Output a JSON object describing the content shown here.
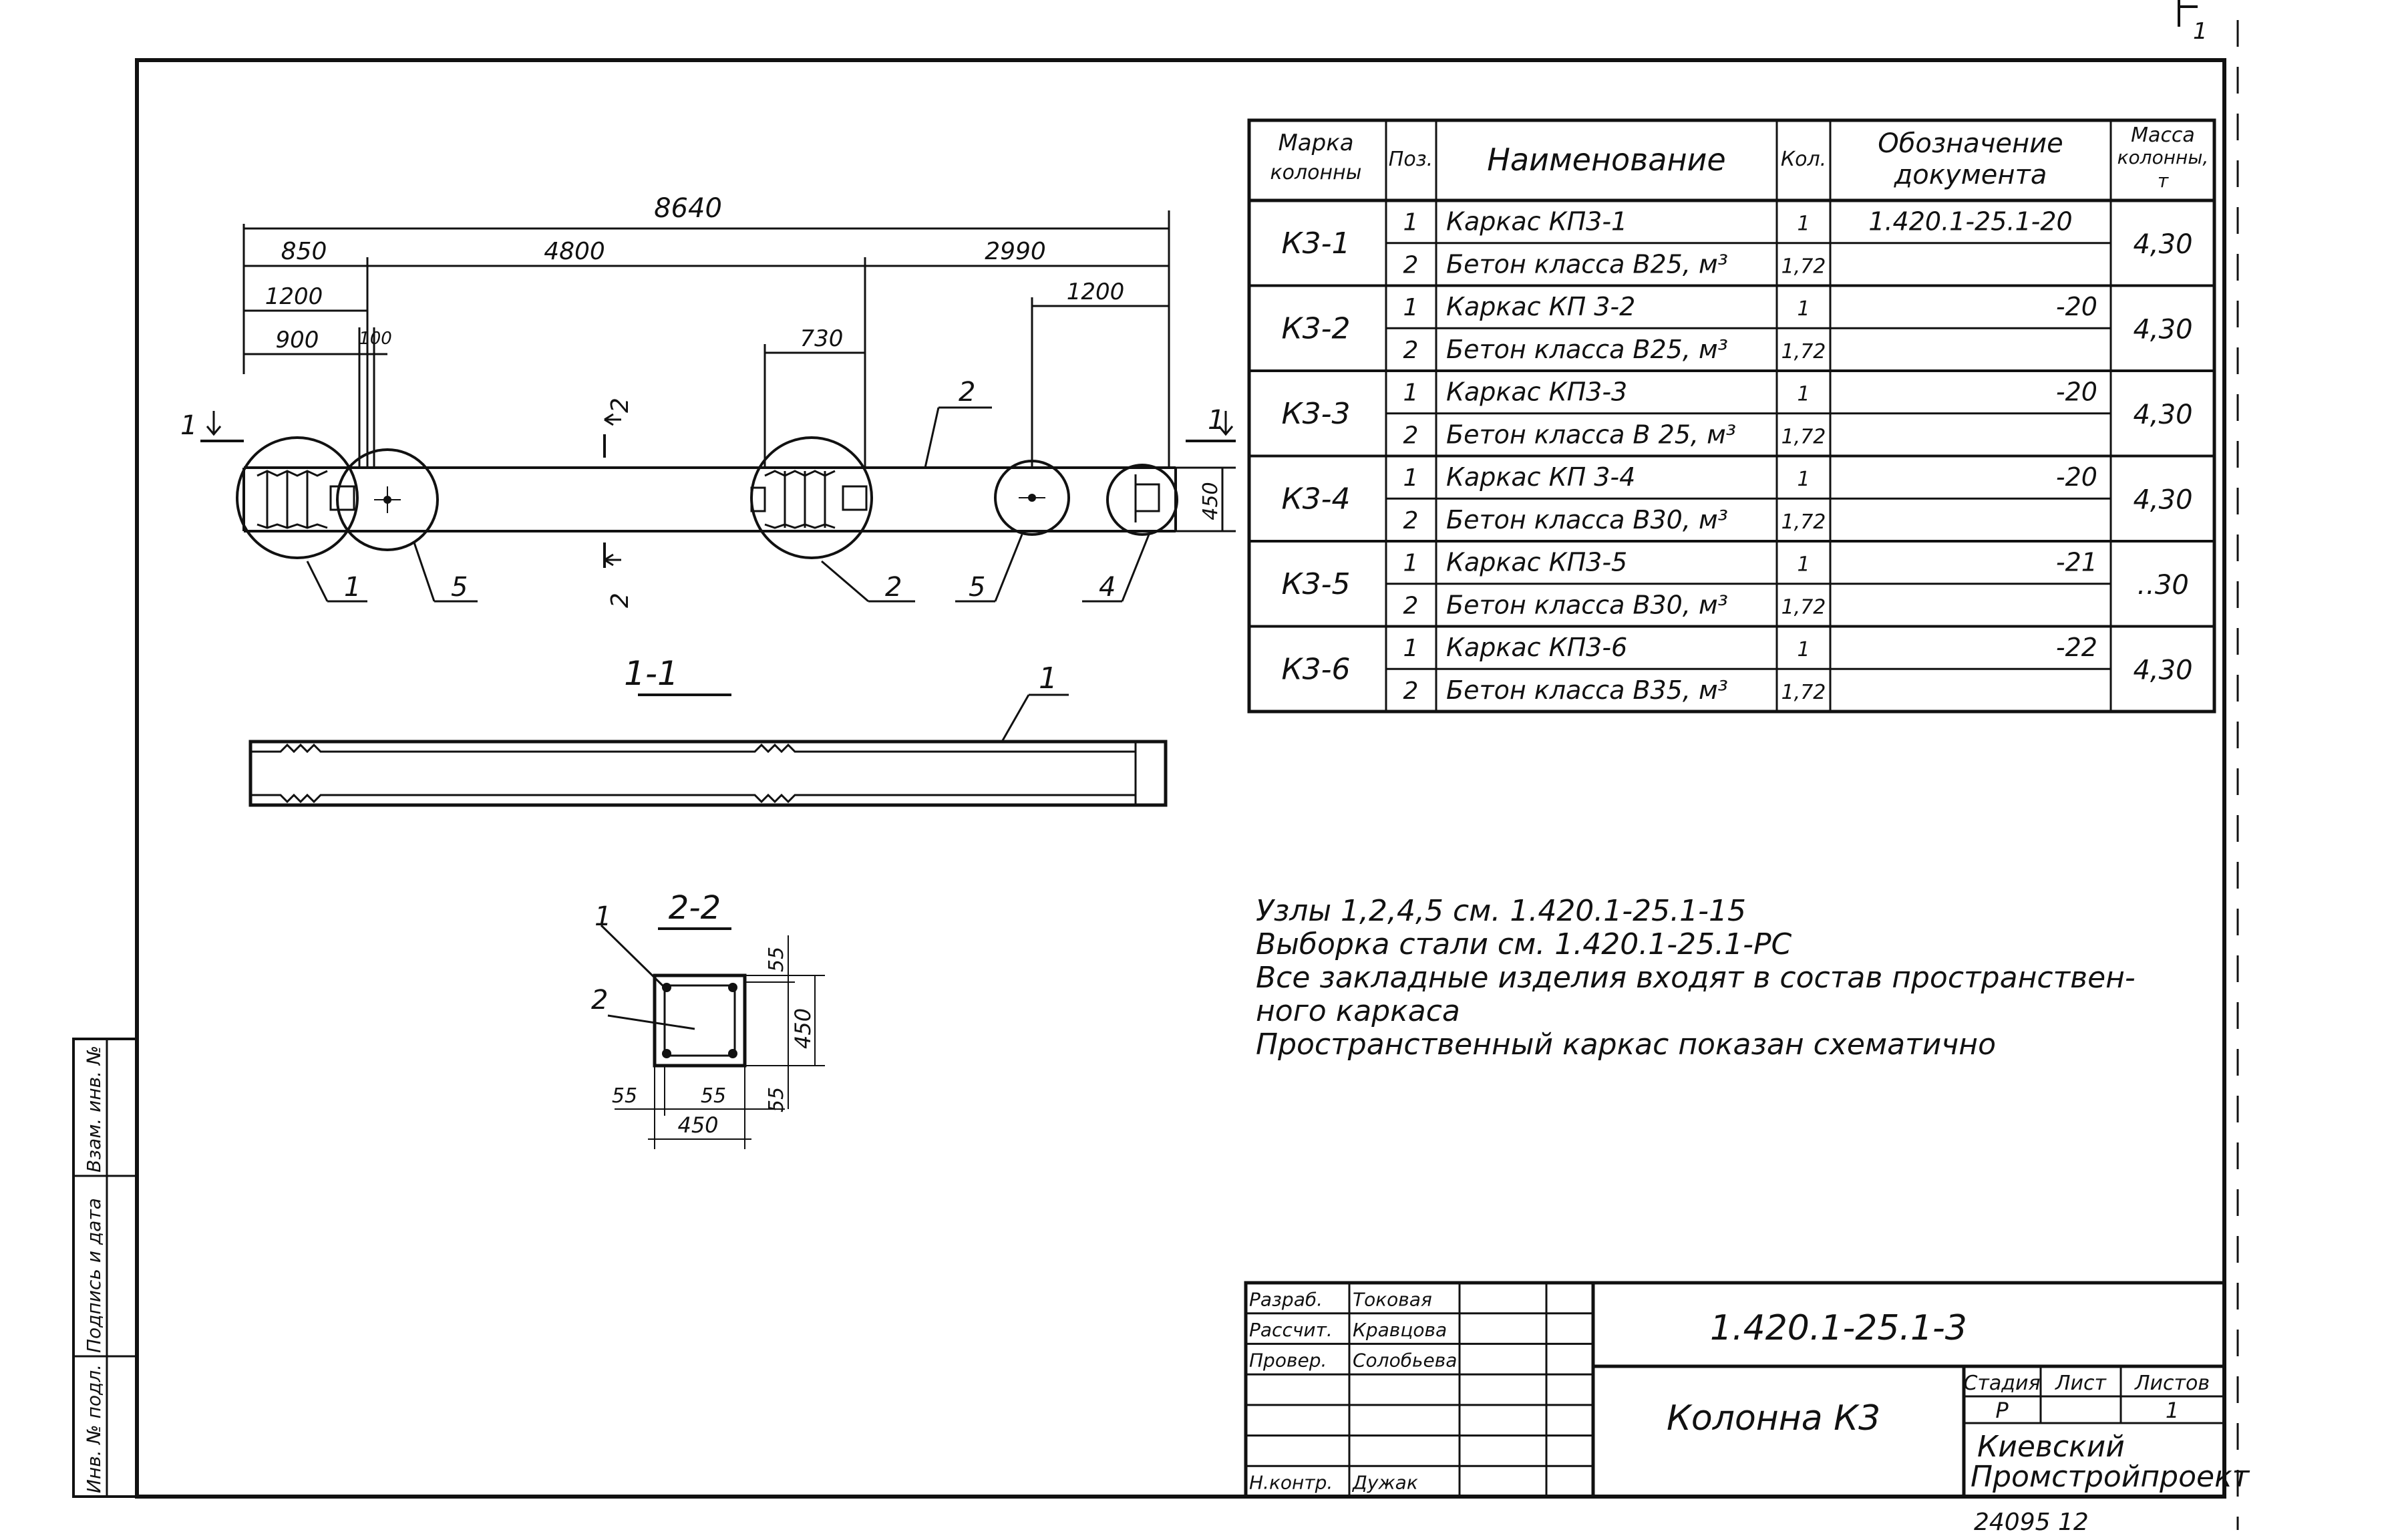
{
  "corner_mark": "1",
  "dims": {
    "overall": "8640",
    "seg_a": "850",
    "seg_b": "4800",
    "seg_c": "2990",
    "d1200_left": "1200",
    "d900": "900",
    "d100": "100",
    "d730": "730",
    "d1200_right": "1200",
    "d450": "450"
  },
  "elevation": {
    "cut1_left": "1",
    "cut1_right": "1",
    "cut2_top": "2",
    "cut2_bottom": "2",
    "pos2_top": "2",
    "callouts": [
      "1",
      "5",
      "2",
      "5",
      "4"
    ]
  },
  "section_1_1": {
    "title": "1-1",
    "pos": "1"
  },
  "section_2_2": {
    "title": "2-2",
    "pos1": "1",
    "pos2": "2",
    "d55_top": "55",
    "d450_vert": "450",
    "d55_vert_bottom": "55",
    "d55_left": "55",
    "d55_mid": "55",
    "d450_horiz": "450"
  },
  "spec_table": {
    "headers": [
      "Марка колонны",
      "Поз.",
      "Наименование",
      "Кол.",
      "Обозначение документа",
      "Масса колонны, т"
    ],
    "groups": [
      {
        "mark": "К3-1",
        "mass": "4,30",
        "rows": [
          {
            "pos": "1",
            "name": "Каркас КП3-1",
            "qty": "1",
            "doc": "1.420.1-25.1-20"
          },
          {
            "pos": "2",
            "name": "Бетон класса В25, м³",
            "qty": "1,72",
            "doc": ""
          }
        ]
      },
      {
        "mark": "К3-2",
        "mass": "4,30",
        "rows": [
          {
            "pos": "1",
            "name": "Каркас КП 3-2",
            "qty": "1",
            "doc": "-20"
          },
          {
            "pos": "2",
            "name": "Бетон класса В25, м³",
            "qty": "1,72",
            "doc": ""
          }
        ]
      },
      {
        "mark": "К3-3",
        "mass": "4,30",
        "rows": [
          {
            "pos": "1",
            "name": "Каркас КП3-3",
            "qty": "1",
            "doc": "-20"
          },
          {
            "pos": "2",
            "name": "Бетон класса В 25, м³",
            "qty": "1,72",
            "doc": ""
          }
        ]
      },
      {
        "mark": "К3-4",
        "mass": "4,30",
        "rows": [
          {
            "pos": "1",
            "name": "Каркас КП 3-4",
            "qty": "1",
            "doc": "-20"
          },
          {
            "pos": "2",
            "name": "Бетон класса В30, м³",
            "qty": "1,72",
            "doc": ""
          }
        ]
      },
      {
        "mark": "К3-5",
        "mass": "‥30",
        "rows": [
          {
            "pos": "1",
            "name": "Каркас КП3-5",
            "qty": "1",
            "doc": "-21"
          },
          {
            "pos": "2",
            "name": "Бетон класса В30, м³",
            "qty": "1,72",
            "doc": ""
          }
        ]
      },
      {
        "mark": "К3-6",
        "mass": "4,30",
        "rows": [
          {
            "pos": "1",
            "name": "Каркас КП3-6",
            "qty": "1",
            "doc": "-22"
          },
          {
            "pos": "2",
            "name": "Бетон класса В35, м³",
            "qty": "1,72",
            "doc": ""
          }
        ]
      }
    ]
  },
  "notes": [
    "Узлы 1,2,4,5  см.  1.420.1-25.1-15",
    "Выборка  стали  см.  1.420.1-25.1-РС",
    "Все закладные изделия входят в состав пространствен-",
    "ного каркаса",
    "Пространственный каркас показан схематично"
  ],
  "side_stamp": {
    "inv_podl": "Инв. № подл.",
    "podpis_data": "Подпись и дата",
    "vzam_inv": "Взам. инв. №"
  },
  "title_block": {
    "roles": [
      "Разраб.",
      "Рассчит.",
      "Провер.",
      "",
      "",
      "",
      "Н.контр."
    ],
    "names": [
      "Токовая",
      "Кравцова",
      "Солобьева",
      "",
      "",
      "",
      "Дужак"
    ],
    "designation": "1.420.1-25.1-3",
    "title": "Колонна К3",
    "stage_label": "Стадия",
    "sheet_label": "Лист",
    "sheets_label": "Листов",
    "stage": "Р",
    "sheet": "",
    "sheets": "1",
    "org_line1": "Киевский",
    "org_line2": "Промстройпроект",
    "archive": "24095  12"
  }
}
